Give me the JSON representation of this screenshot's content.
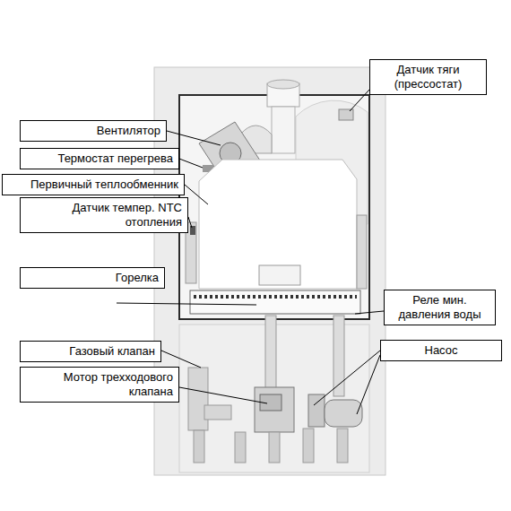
{
  "diagram": {
    "nodes": [
      {
        "text": [
          "Датчик тяги (прессостат)"
        ]
      },
      {
        "text": [
          "Вентилятор"
        ]
      },
      {
        "text": [
          "Термостат перегрева"
        ]
      },
      {
        "text": [
          "Первичный теплообменник"
        ]
      },
      {
        "text": [
          "Датчик темпер. NTC отопления"
        ]
      },
      {
        "text": [
          "Горелка"
        ]
      },
      {
        "text": [
          "Реле мин. давления воды"
        ]
      },
      {
        "text": [
          "Газовый клапан"
        ]
      },
      {
        "text": [
          "Насос"
        ]
      },
      {
        "text": [
          "Мотор трехходового клапана"
        ]
      }
    ]
  }
}
